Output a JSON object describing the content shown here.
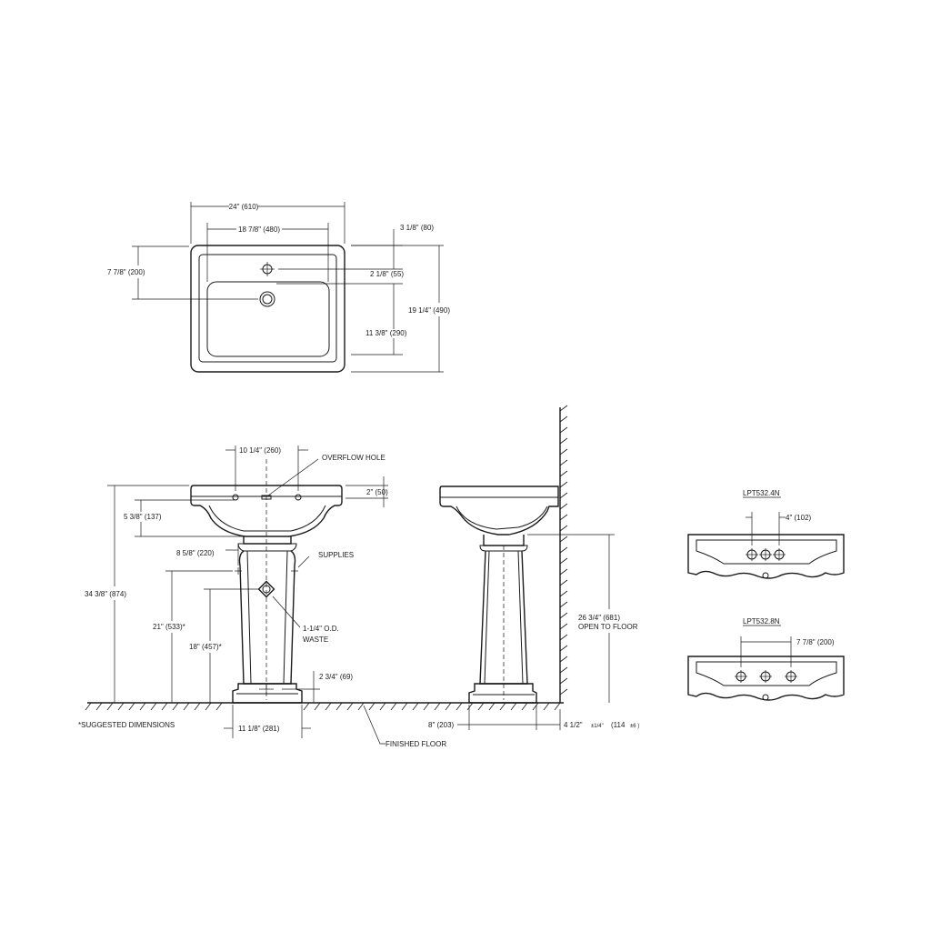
{
  "top_view": {
    "width_overall": "24\" (610)",
    "width_bowl": "18 7/8\" (480)",
    "faucet_from_back": "3 1/8\" (80)",
    "faucet_to_drain": "2 1/8\" (55)",
    "depth_overall": "19 1/4\" (490)",
    "drain_from_front": "11 3/8\" (290)",
    "drain_from_back": "7 7/8\" (200)"
  },
  "front_view": {
    "faucet_spread": "10 1/4\" (260)",
    "overflow_hole": "OVERFLOW HOLE",
    "rim_thickness": "2\" (50)",
    "bowl_depth": "5 3/8\" (137)",
    "supplies_spread": "8 5/8\" (220)",
    "supplies": "SUPPLIES",
    "overall_height": "34 3/8\" (874)",
    "supplies_height": "21\" (533)*",
    "waste_height": "18\" (457)*",
    "waste_line1": "1-1/4\" O.D.",
    "waste_line2": "WASTE",
    "bolt_height": "2 3/4\" (69)",
    "base_width": "11 1/8\" (281)",
    "suggested": "*SUGGESTED DIMENSIONS",
    "finished_floor": "FINISHED FLOOR"
  },
  "side_view": {
    "open_height_line1": "26 3/4\" (681)",
    "open_height_line2": "OPEN TO FLOOR",
    "base_depth": "8\" (203)",
    "wall_gap": "4 1/2\"",
    "tolerance_in": "±1/4\"",
    "wall_gap_mm": "(114",
    "tolerance_mm": "±6 )"
  },
  "variants": {
    "v1_model": "LPT532.4N",
    "v1_spread": "4\" (102)",
    "v2_model": "LPT532.8N",
    "v2_spread": "7 7/8\" (200)"
  }
}
